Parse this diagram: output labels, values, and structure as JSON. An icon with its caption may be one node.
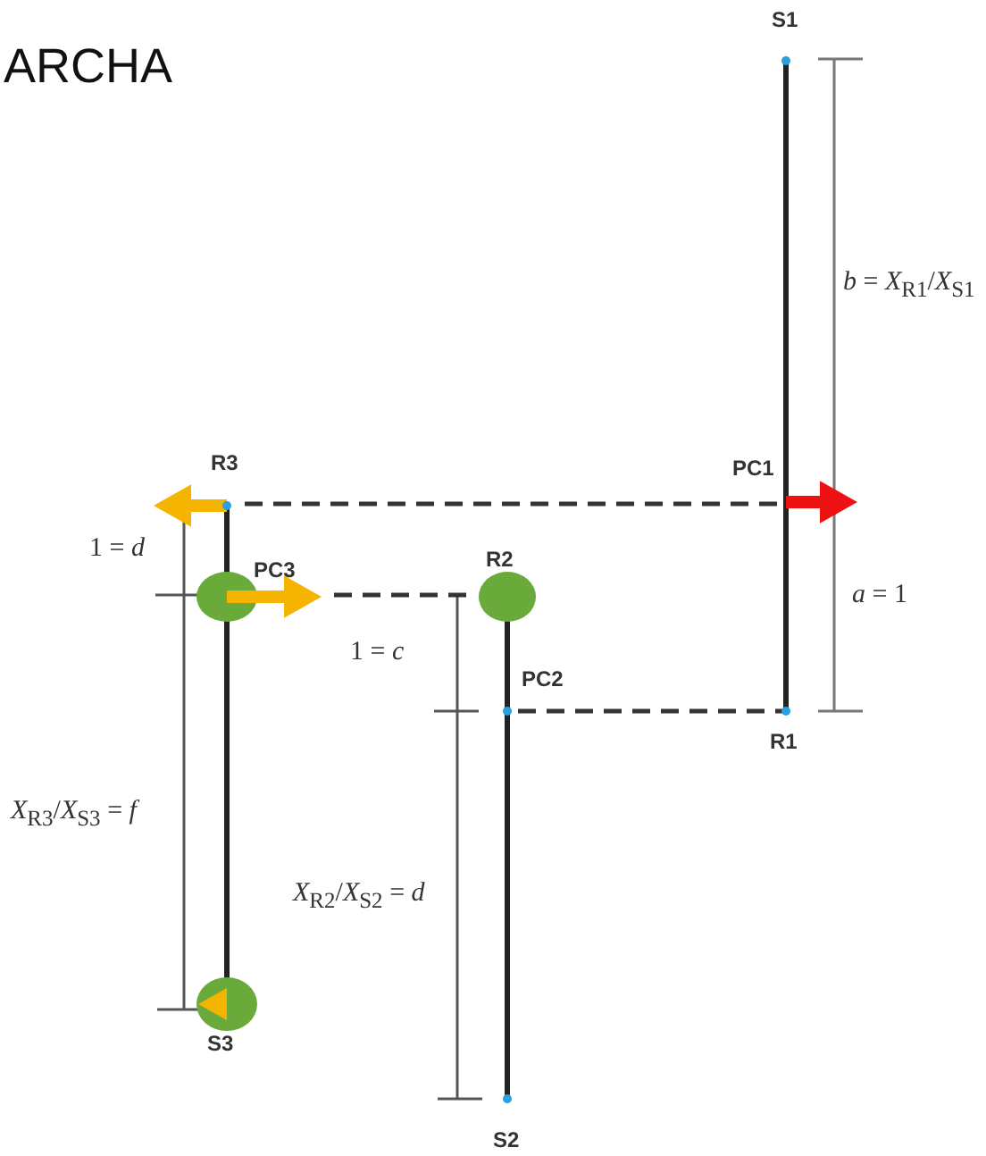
{
  "diagram": {
    "title": "ARCHA",
    "labels": [
      "S1",
      "*b* = *X*$_{R1}$/*X*$_{S1}$",
      "R3",
      "PC1",
      "1 = *d*",
      "PC3",
      "R2",
      "*a* = 1",
      "1 = *c*",
      "PC2",
      "R1",
      "*X*$_{R3}$/*X*$_{S3}$ = *f*",
      "*X*$_{R2}$/*X*$_{S2}$ = *d*",
      "S3",
      "S2"
    ]
  }
}
